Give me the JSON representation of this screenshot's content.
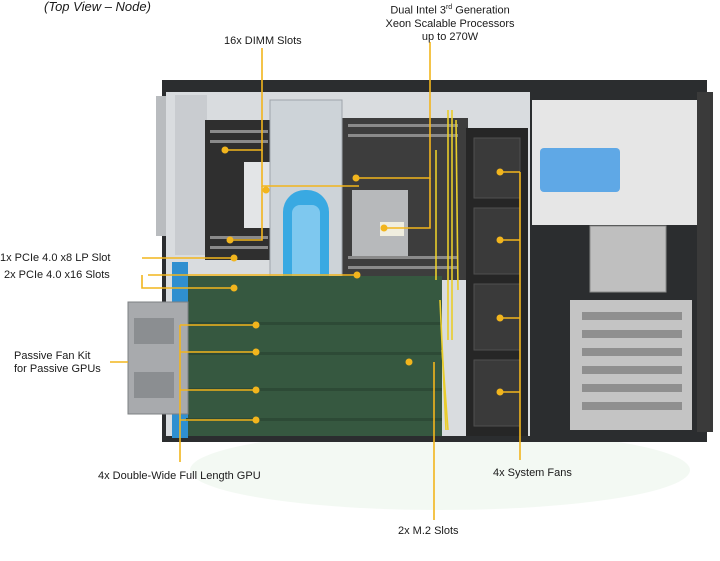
{
  "view_title": "(Top View – Node)",
  "accent_color": "#f2b51d",
  "chassis": {
    "body_color": "#2b2d2f",
    "interior_color": "#454545",
    "shroud_color": "#cdd3d8",
    "riser_color": "#39a9e2",
    "gpu_bay_color": "#365840"
  },
  "labels": {
    "cpu_line1": "Dual Intel 3",
    "cpu_sup": "rd",
    "cpu_line1_end": " Generation",
    "cpu_line2": "Xeon Scalable Processors",
    "cpu_line3": "up to 270W",
    "dimm": "16x DIMM Slots",
    "pcie_lp": "1x PCIe 4.0 x8 LP Slot",
    "pcie_x16": "2x PCIe 4.0 x16 Slots",
    "fan_kit_line1": "Passive Fan Kit",
    "fan_kit_line2": "for Passive GPUs",
    "gpu": "4x Double-Wide Full Length GPU",
    "fans": "4x System Fans",
    "m2": "2x M.2 Slots"
  }
}
